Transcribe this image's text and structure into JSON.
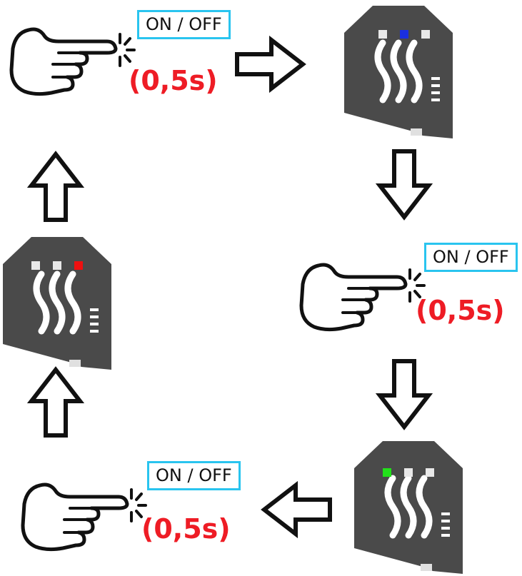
{
  "steps": [
    {
      "button_label": "ON / OFF",
      "press_duration": "(0,5s)",
      "hand_icon": "pointing-hand-press-icon"
    },
    {
      "button_label": "ON / OFF",
      "press_duration": "(0,5s)",
      "hand_icon": "pointing-hand-press-icon"
    },
    {
      "button_label": "ON / OFF",
      "press_duration": "(0,5s)",
      "hand_icon": "pointing-hand-press-icon"
    }
  ],
  "devices": [
    {
      "active_led": 2,
      "led_color": "#1a2fe0",
      "icon": "heater-device-icon"
    },
    {
      "active_led": 1,
      "led_color": "#22e01a",
      "icon": "heater-device-icon"
    },
    {
      "active_led": 3,
      "led_color": "#ee1010",
      "icon": "heater-device-icon"
    }
  ],
  "colors": {
    "label_border": "#29c4ef",
    "duration_text": "#ee1c25",
    "device_body": "#4a4a4a",
    "led_off": "#e8e8e8"
  }
}
